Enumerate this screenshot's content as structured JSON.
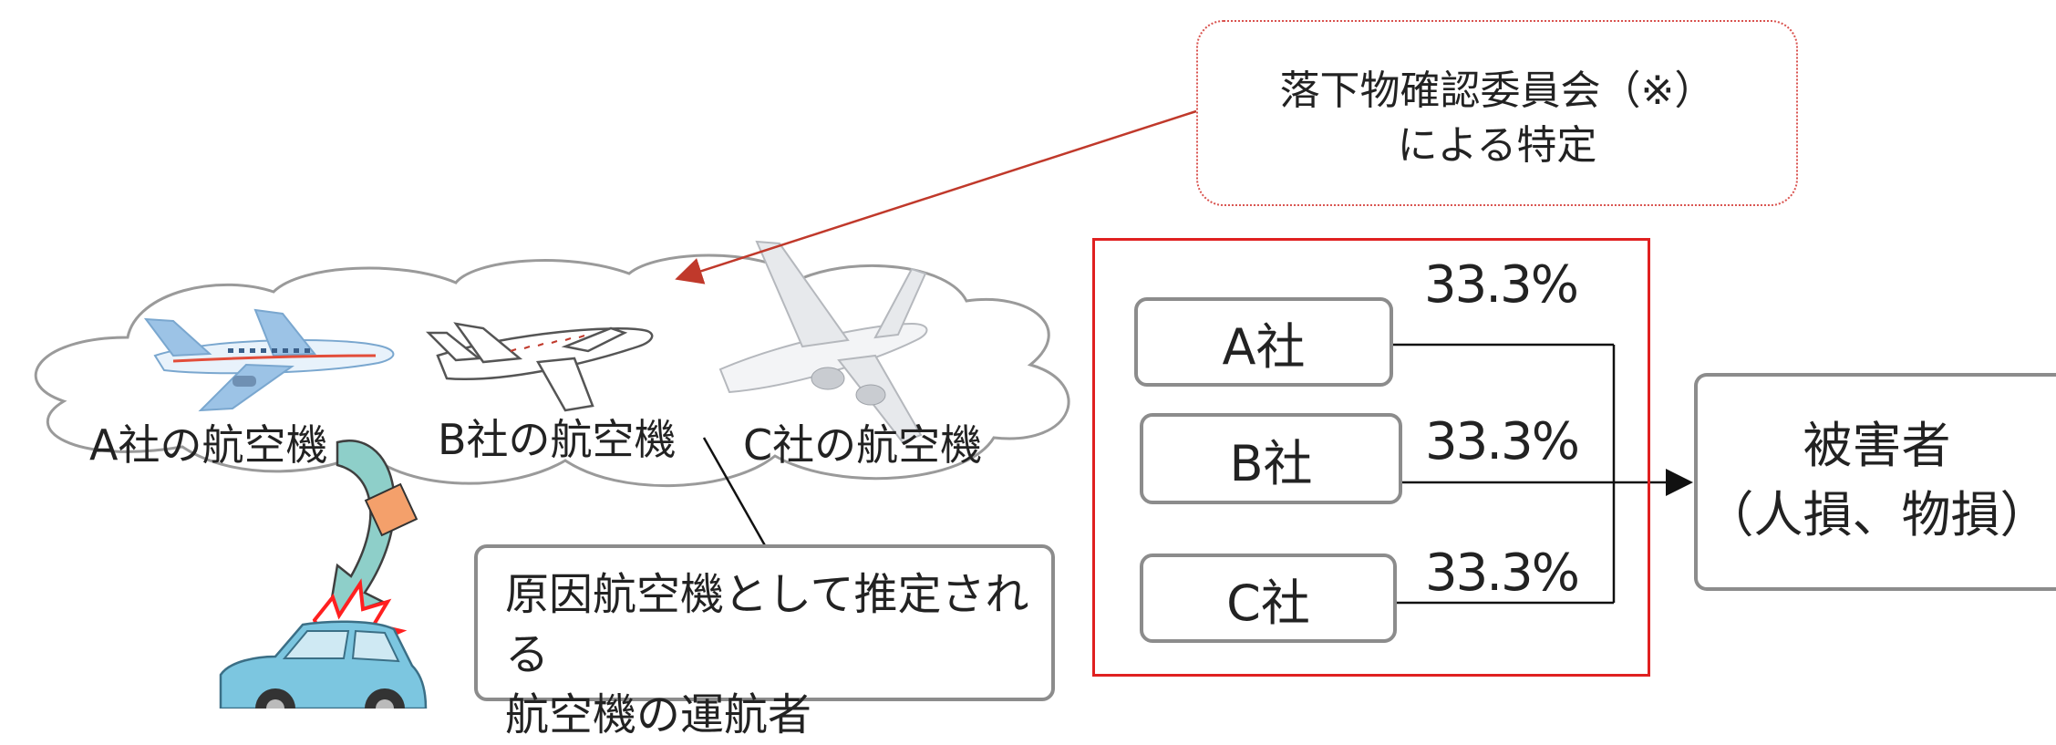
{
  "identification_box": {
    "line1": "落下物確認委員会（※）",
    "line2": "による特定",
    "border_color": "#d9534f"
  },
  "planes": [
    {
      "label": "A社の航空機"
    },
    {
      "label": "B社の航空機"
    },
    {
      "label": "C社の航空機"
    }
  ],
  "operator_box": {
    "line1": "原因航空機として推定される",
    "line2": "航空機の運航者"
  },
  "share_box": {
    "border_color": "#e02020",
    "companies": [
      {
        "name": "A社",
        "share": "33.3%"
      },
      {
        "name": "B社",
        "share": "33.3%"
      },
      {
        "name": "C社",
        "share": "33.3%"
      }
    ]
  },
  "victim_box": {
    "line1": "被害者",
    "line2": "（人損、物損）"
  },
  "colors": {
    "falling_object": "#f4a06b",
    "impact_burst": "#ff2020",
    "car_body": "#7cc6e0",
    "arrow_fall": "#8ecfc9"
  }
}
